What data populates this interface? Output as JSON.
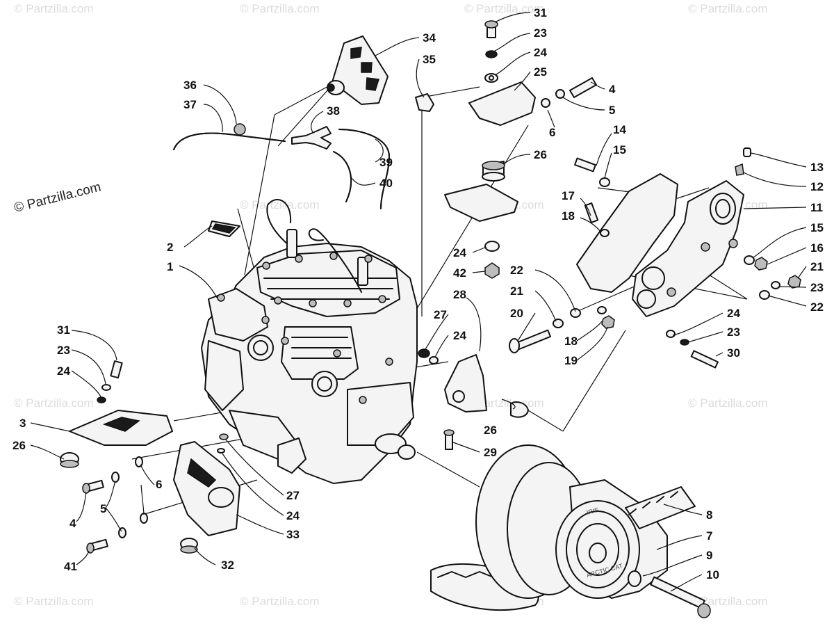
{
  "copyright": "© Partzilla.com",
  "watermark": "© Partzilla.com",
  "callouts": {
    "c31a": "31",
    "c23a": "23",
    "c24a": "24",
    "c25": "25",
    "c4a": "4",
    "c5a": "5",
    "c6a": "6",
    "c34": "34",
    "c35": "35",
    "c36": "36",
    "c37": "37",
    "c38": "38",
    "c39": "39",
    "c40": "40",
    "c26a": "26",
    "c14": "14",
    "c15a": "15",
    "c13": "13",
    "c12": "12",
    "c11": "11",
    "c17": "17",
    "c18a": "18",
    "c15b": "15",
    "c16": "16",
    "c21a": "21",
    "c23b": "23",
    "c22a": "22",
    "c2": "2",
    "c1": "1",
    "c24b": "24",
    "c42": "42",
    "c22b": "22",
    "c21b": "21",
    "c20": "20",
    "c18b": "18",
    "c19": "19",
    "c24c": "24",
    "c23c": "23",
    "c30": "30",
    "c28": "28",
    "c27a": "27",
    "c24d": "24",
    "c31b": "31",
    "c23d": "23",
    "c24e": "24",
    "c3": "3",
    "c26b": "26",
    "c6b": "6",
    "c5b": "5",
    "c4b": "4",
    "c41": "41",
    "c26c": "26",
    "c29": "29",
    "c27b": "27",
    "c24f": "24",
    "c33": "33",
    "c32": "32",
    "c8": "8",
    "c7": "7",
    "c9": "9",
    "c10": "10"
  },
  "clutch_labels": {
    "brand": "ARCTIC CAT",
    "sub": "IRIS"
  }
}
